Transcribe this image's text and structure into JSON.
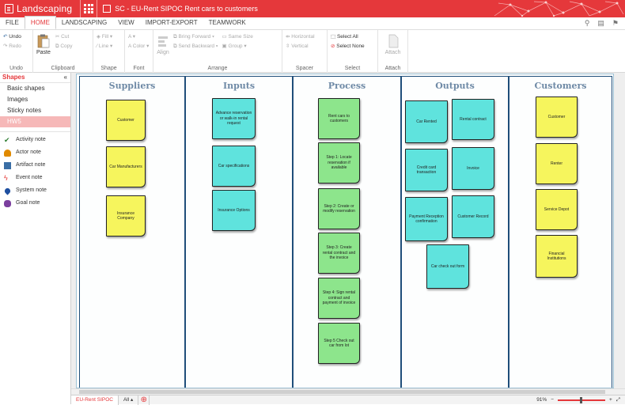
{
  "title_bar": {
    "app_name": "Landscaping",
    "document_title": "SC - EU-Rent SIPOC Rent cars to customers"
  },
  "menu": {
    "tabs": [
      "FILE",
      "HOME",
      "LANDSCAPING",
      "VIEW",
      "IMPORT-EXPORT",
      "TEAMWORK"
    ],
    "active_tab": "HOME"
  },
  "ribbon": {
    "undo": {
      "undo_label": "Undo",
      "redo_label": "Redo",
      "group_label": "Undo"
    },
    "clipboard": {
      "paste_label": "Paste",
      "cut_label": "Cut",
      "copy_label": "Copy",
      "group_label": "Clipboard"
    },
    "shape": {
      "fill_label": "Fill",
      "line_label": "Line",
      "group_label": "Shape"
    },
    "font": {
      "color_label": "Color",
      "group_label": "Font"
    },
    "arrange": {
      "align_label": "Align",
      "bring_forward_label": "Bring Forward",
      "send_backward_label": "Send Backward",
      "same_size_label": "Same Size",
      "group_btn_label": "Group",
      "group_label": "Arrange"
    },
    "spacer": {
      "horizontal_label": "Horizontal",
      "vertical_label": "Vertical",
      "group_label": "Spacer"
    },
    "select": {
      "select_all_label": "Select All",
      "select_none_label": "Select None",
      "group_label": "Select"
    },
    "attach": {
      "attach_label": "Attach",
      "group_label": "Attach"
    }
  },
  "sidebar": {
    "header": "Shapes",
    "collapse_glyph": "«",
    "categories": [
      "Basic shapes",
      "Images",
      "Sticky notes",
      "HW5"
    ],
    "selected_category": "HW5",
    "items": [
      {
        "label": "Activity note",
        "icon": "check-icon",
        "color": "#2e7d32"
      },
      {
        "label": "Actor note",
        "icon": "person-icon",
        "color": "#e08a00"
      },
      {
        "label": "Artifact note",
        "icon": "document-icon",
        "color": "#3a6ea5"
      },
      {
        "label": "Event note",
        "icon": "lightning-icon",
        "color": "#e53935"
      },
      {
        "label": "System note",
        "icon": "location-pin-icon",
        "color": "#1e4fa0"
      },
      {
        "label": "Goal note",
        "icon": "people-icon",
        "color": "#7b3f9e"
      }
    ]
  },
  "diagram": {
    "lanes": [
      {
        "title": "Suppliers",
        "notes": [
          {
            "text": "Customer",
            "color": "yellow"
          },
          {
            "text": "Car Manufacturers",
            "color": "yellow"
          },
          {
            "text": "Insurance Company",
            "color": "yellow"
          }
        ]
      },
      {
        "title": "Inputs",
        "notes": [
          {
            "text": "Advance reservation or walk-in rental request",
            "color": "cyan"
          },
          {
            "text": "Car specifications",
            "color": "cyan"
          },
          {
            "text": "Insurance Options",
            "color": "cyan"
          }
        ]
      },
      {
        "title": "Process",
        "notes": [
          {
            "text": "Rent cars to customers",
            "color": "green"
          },
          {
            "text": "Step 1: Locate reservation if available",
            "color": "green"
          },
          {
            "text": "Step 2: Create or modify reservation",
            "color": "green"
          },
          {
            "text": "Step 3: Create rental contract and the invoice",
            "color": "green"
          },
          {
            "text": "Step 4: Sign rental contract and payment of invoice",
            "color": "green"
          },
          {
            "text": "Step 5 Check out car from lot",
            "color": "green"
          }
        ]
      },
      {
        "title": "Outputs",
        "notes": [
          {
            "text": "Car Rented",
            "color": "cyan"
          },
          {
            "text": "Rental contract",
            "color": "cyan"
          },
          {
            "text": "Credit card transaction",
            "color": "cyan"
          },
          {
            "text": "Invoice",
            "color": "cyan"
          },
          {
            "text": "Payment Reception confirmation",
            "color": "cyan"
          },
          {
            "text": "Customer Record",
            "color": "cyan"
          },
          {
            "text": "Car check out form",
            "color": "cyan"
          }
        ]
      },
      {
        "title": "Customers",
        "notes": [
          {
            "text": "Customer",
            "color": "yellow"
          },
          {
            "text": "Renter",
            "color": "yellow"
          },
          {
            "text": "Service Depot",
            "color": "yellow"
          },
          {
            "text": "Financial Institutions",
            "color": "yellow"
          }
        ]
      }
    ]
  },
  "status_bar": {
    "page_tab": "EU-Rent SIPOC",
    "all_label": "All",
    "zoom": "91%"
  },
  "colors": {
    "accent": "#e5383b",
    "lane_border": "#1f4e7a",
    "lane_title": "#6f8aa6",
    "note_yellow": "#f6f55d",
    "note_green": "#8de58c",
    "note_cyan": "#5fe3dd"
  }
}
